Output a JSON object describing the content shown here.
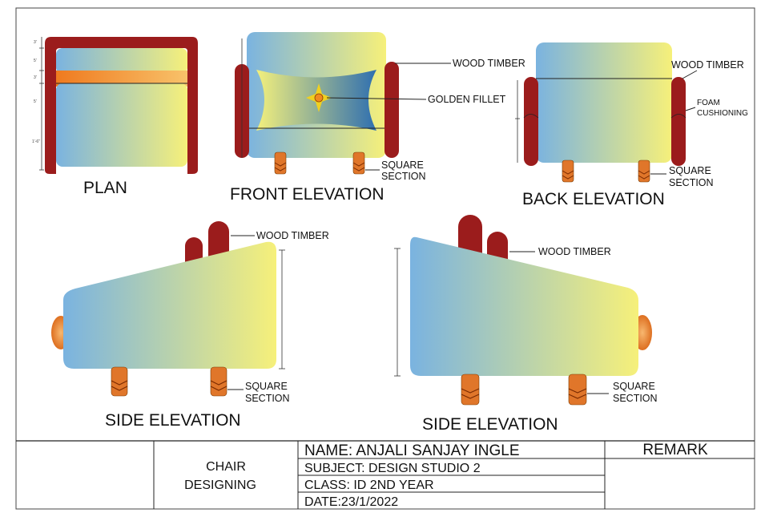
{
  "views": {
    "plan": "PLAN",
    "front": "FRONT ELEVATION",
    "back": "BACK ELEVATION",
    "side_left": "SIDE ELEVATION",
    "side_right": "SIDE ELEVATION"
  },
  "callouts": {
    "wood_timber_front": "WOOD TIMBER",
    "golden_fillet": "GOLDEN FILLET",
    "square_section_front_1": "SQUARE",
    "square_section_front_2": "SECTION",
    "wood_timber_back": "WOOD TIMBER",
    "foam_1": "FOAM",
    "foam_2": "CUSHIONING",
    "square_section_back_1": "SQUARE",
    "square_section_back_2": "SECTION",
    "wood_timber_side_left": "WOOD TIMBER",
    "square_section_side_left_1": "SQUARE",
    "square_section_side_left_2": "SECTION",
    "wood_timber_side_right": "WOOD TIMBER",
    "square_section_side_right_1": "SQUARE",
    "square_section_side_right_2": "SECTION"
  },
  "dimensions": {
    "plan": [
      "3'",
      "5'",
      "3'",
      "5'",
      "1'-6\""
    ]
  },
  "title_block": {
    "project": [
      "CHAIR",
      "DESIGNING"
    ],
    "name": "NAME: ANJALI  SANJAY  INGLE",
    "subject": "SUBJECT: DESIGN STUDIO 2",
    "class": "CLASS:  ID 2ND YEAR",
    "date": "DATE:23/1/2022",
    "remark": "REMARK"
  },
  "colors": {
    "gradient_start": "#7ab3e0",
    "gradient_end": "#f6f07a",
    "wood_timber": "#9b1c1c",
    "leg_orange": "#e0762a",
    "fillet_gold": "#f0d020"
  }
}
